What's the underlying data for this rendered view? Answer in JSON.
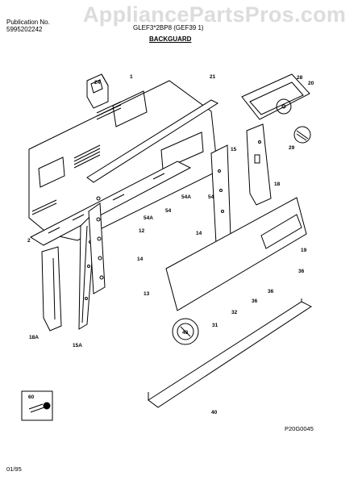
{
  "header": {
    "publication_label": "Publication No.",
    "publication_number": "5995202242",
    "models_text": "GLEF3*2BP8 (GEF39 1)",
    "section_title": "BACKGUARD"
  },
  "watermark": "AppliancePartsPros.com",
  "figure_code": "P20G0045",
  "date_code": "01/95",
  "callouts": {
    "c1": "1",
    "c2": "2",
    "c12": "12",
    "c13": "13",
    "c14": "14",
    "c14b": "14",
    "c15": "15",
    "c15a": "15A",
    "c18": "18",
    "c18a": "18A",
    "c19": "19",
    "c20": "20",
    "c21": "21",
    "c24": "24",
    "c28": "28",
    "c29": "29",
    "c31": "31",
    "c32": "32",
    "c36a": "36",
    "c36b": "36",
    "c36c": "36",
    "c40": "40",
    "c48": "48",
    "c54": "54",
    "c54b": "54",
    "c54a": "54A",
    "c54a2": "54A",
    "c60": "60"
  }
}
